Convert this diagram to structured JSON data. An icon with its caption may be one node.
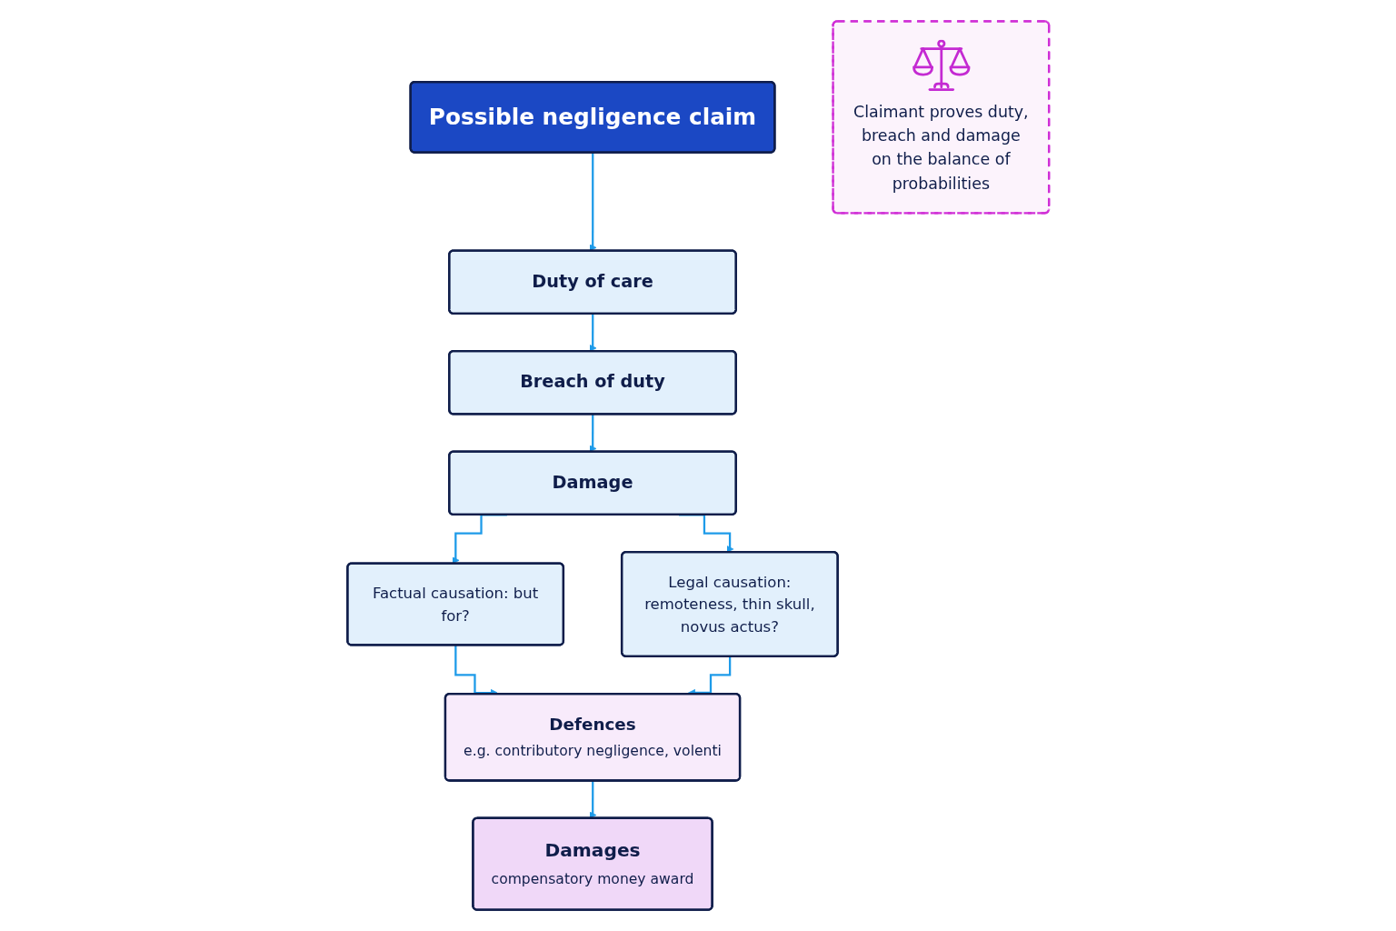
{
  "diagram": {
    "nodes": [
      {
        "text": [
          "Possible negligence claim"
        ]
      },
      {
        "text": [
          "Duty of care"
        ]
      },
      {
        "text": [
          "Breach of duty"
        ]
      },
      {
        "text": [
          "Damage"
        ]
      },
      {
        "text": [
          "Factual causation: but for?"
        ]
      },
      {
        "text": [
          "Legal causation: remoteness, thin skull, novus actus?"
        ]
      },
      {
        "text": [
          "Defences",
          "e.g. contributory negligence, volenti"
        ]
      },
      {
        "text": [
          "Damages",
          "compensatory money award"
        ]
      },
      {
        "text": [
          "Claimant proves duty, breach and damage on the balance of probabilities"
        ]
      }
    ],
    "edges": [
      {
        "from": 0,
        "to": 1,
        "arrow": "to"
      },
      {
        "from": 1,
        "to": 2,
        "arrow": "to"
      },
      {
        "from": 2,
        "to": 3,
        "arrow": "to"
      },
      {
        "from": 3,
        "to": 4,
        "arrow": "to"
      },
      {
        "from": 3,
        "to": 5,
        "arrow": "to"
      },
      {
        "from": 4,
        "to": 6,
        "arrow": "to"
      },
      {
        "from": 5,
        "to": 6,
        "arrow": "to"
      },
      {
        "from": 6,
        "to": 7,
        "arrow": "to"
      }
    ]
  }
}
